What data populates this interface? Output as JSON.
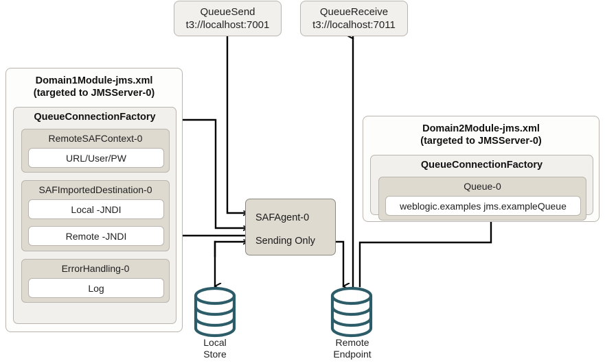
{
  "diagram": {
    "title": "WebLogic SAF (Store-and-Forward) JMS configuration diagram",
    "colors": {
      "cylinder": "#2d5c69",
      "connector": "#000000",
      "panel_fill": "#fdfdfc",
      "group_fill": "#f2f0ed",
      "sub_fill": "#dedad0",
      "leaf_fill": "#ffffff",
      "border": "#b9b5ae"
    }
  },
  "endpoints": {
    "send": {
      "name": "QueueSend",
      "url": "t3://localhost:7001"
    },
    "receive": {
      "name": "QueueReceive",
      "url": "t3://localhost:7011"
    }
  },
  "domain1": {
    "title_line1": "Domain1Module-jms.xml",
    "title_line2": "(targeted to JMSServer-0)",
    "factory": {
      "label": "QueueConnectionFactory"
    },
    "groups": [
      {
        "title": "RemoteSAFContext-0",
        "items": [
          "URL/User/PW"
        ]
      },
      {
        "title": "SAFImportedDestination-0",
        "items": [
          "Local -JNDI",
          "Remote -JNDI"
        ]
      },
      {
        "title": "ErrorHandling-0",
        "items": [
          "Log"
        ]
      }
    ]
  },
  "domain2": {
    "title_line1": "Domain2Module-jms.xml",
    "title_line2": "(targeted to JMSServer-0)",
    "factory": {
      "label": "QueueConnectionFactory"
    },
    "groups": [
      {
        "title": "Queue-0",
        "items": [
          "weblogic.examples jms.exampleQueue"
        ]
      }
    ]
  },
  "agent": {
    "name": "SAFAgent-0",
    "mode": "Sending Only"
  },
  "stores": [
    {
      "id": "local-store",
      "line1": "Local",
      "line2": "Store"
    },
    {
      "id": "remote-endpoint",
      "line1": "Remote",
      "line2": "Endpoint"
    }
  ]
}
